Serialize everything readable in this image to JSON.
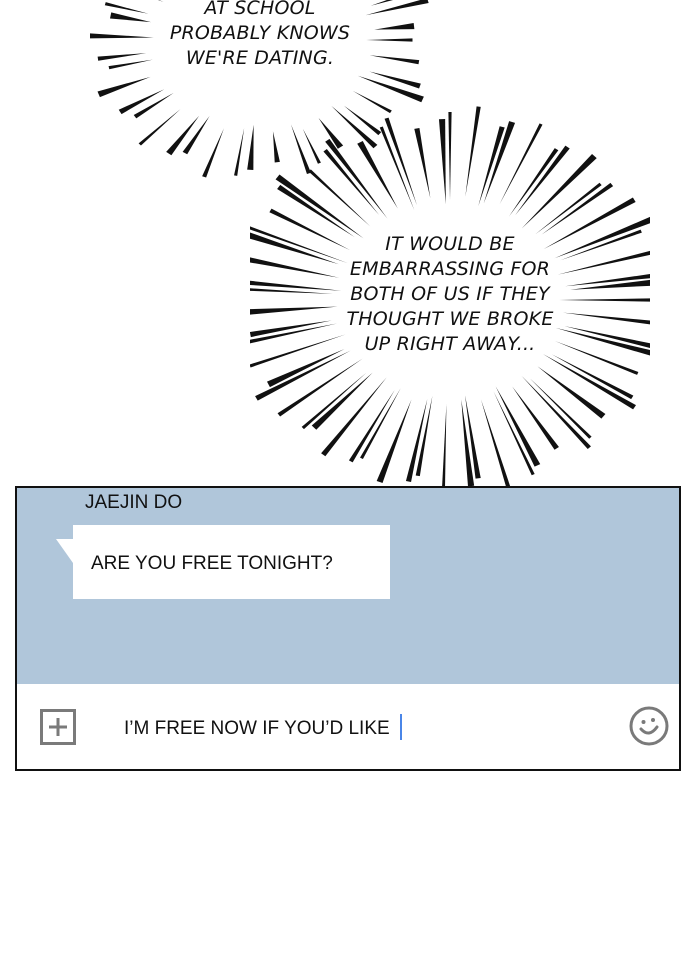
{
  "panels": {
    "burst_top": {
      "lines": [
        "AT SCHOOL",
        "PROBABLY KNOWS",
        "WE'RE DATING."
      ]
    },
    "burst_middle": {
      "lines": [
        "IT WOULD BE",
        "EMBARRASSING FOR",
        "BOTH OF US IF THEY",
        "THOUGHT WE BROKE",
        "UP RIGHT AWAY..."
      ]
    }
  },
  "chat": {
    "background_color": "#b0c6da",
    "sender_name": "JAEJIN DO",
    "messages": [
      {
        "from": "JAEJIN DO",
        "text": "ARE YOU FREE TONIGHT?"
      }
    ],
    "input": {
      "value": "I’M FREE NOW IF YOU’D LIKE",
      "caret_color": "#4a86e8",
      "add_icon": "plus-square-icon",
      "emoji_icon": "smiley-face-icon"
    }
  }
}
